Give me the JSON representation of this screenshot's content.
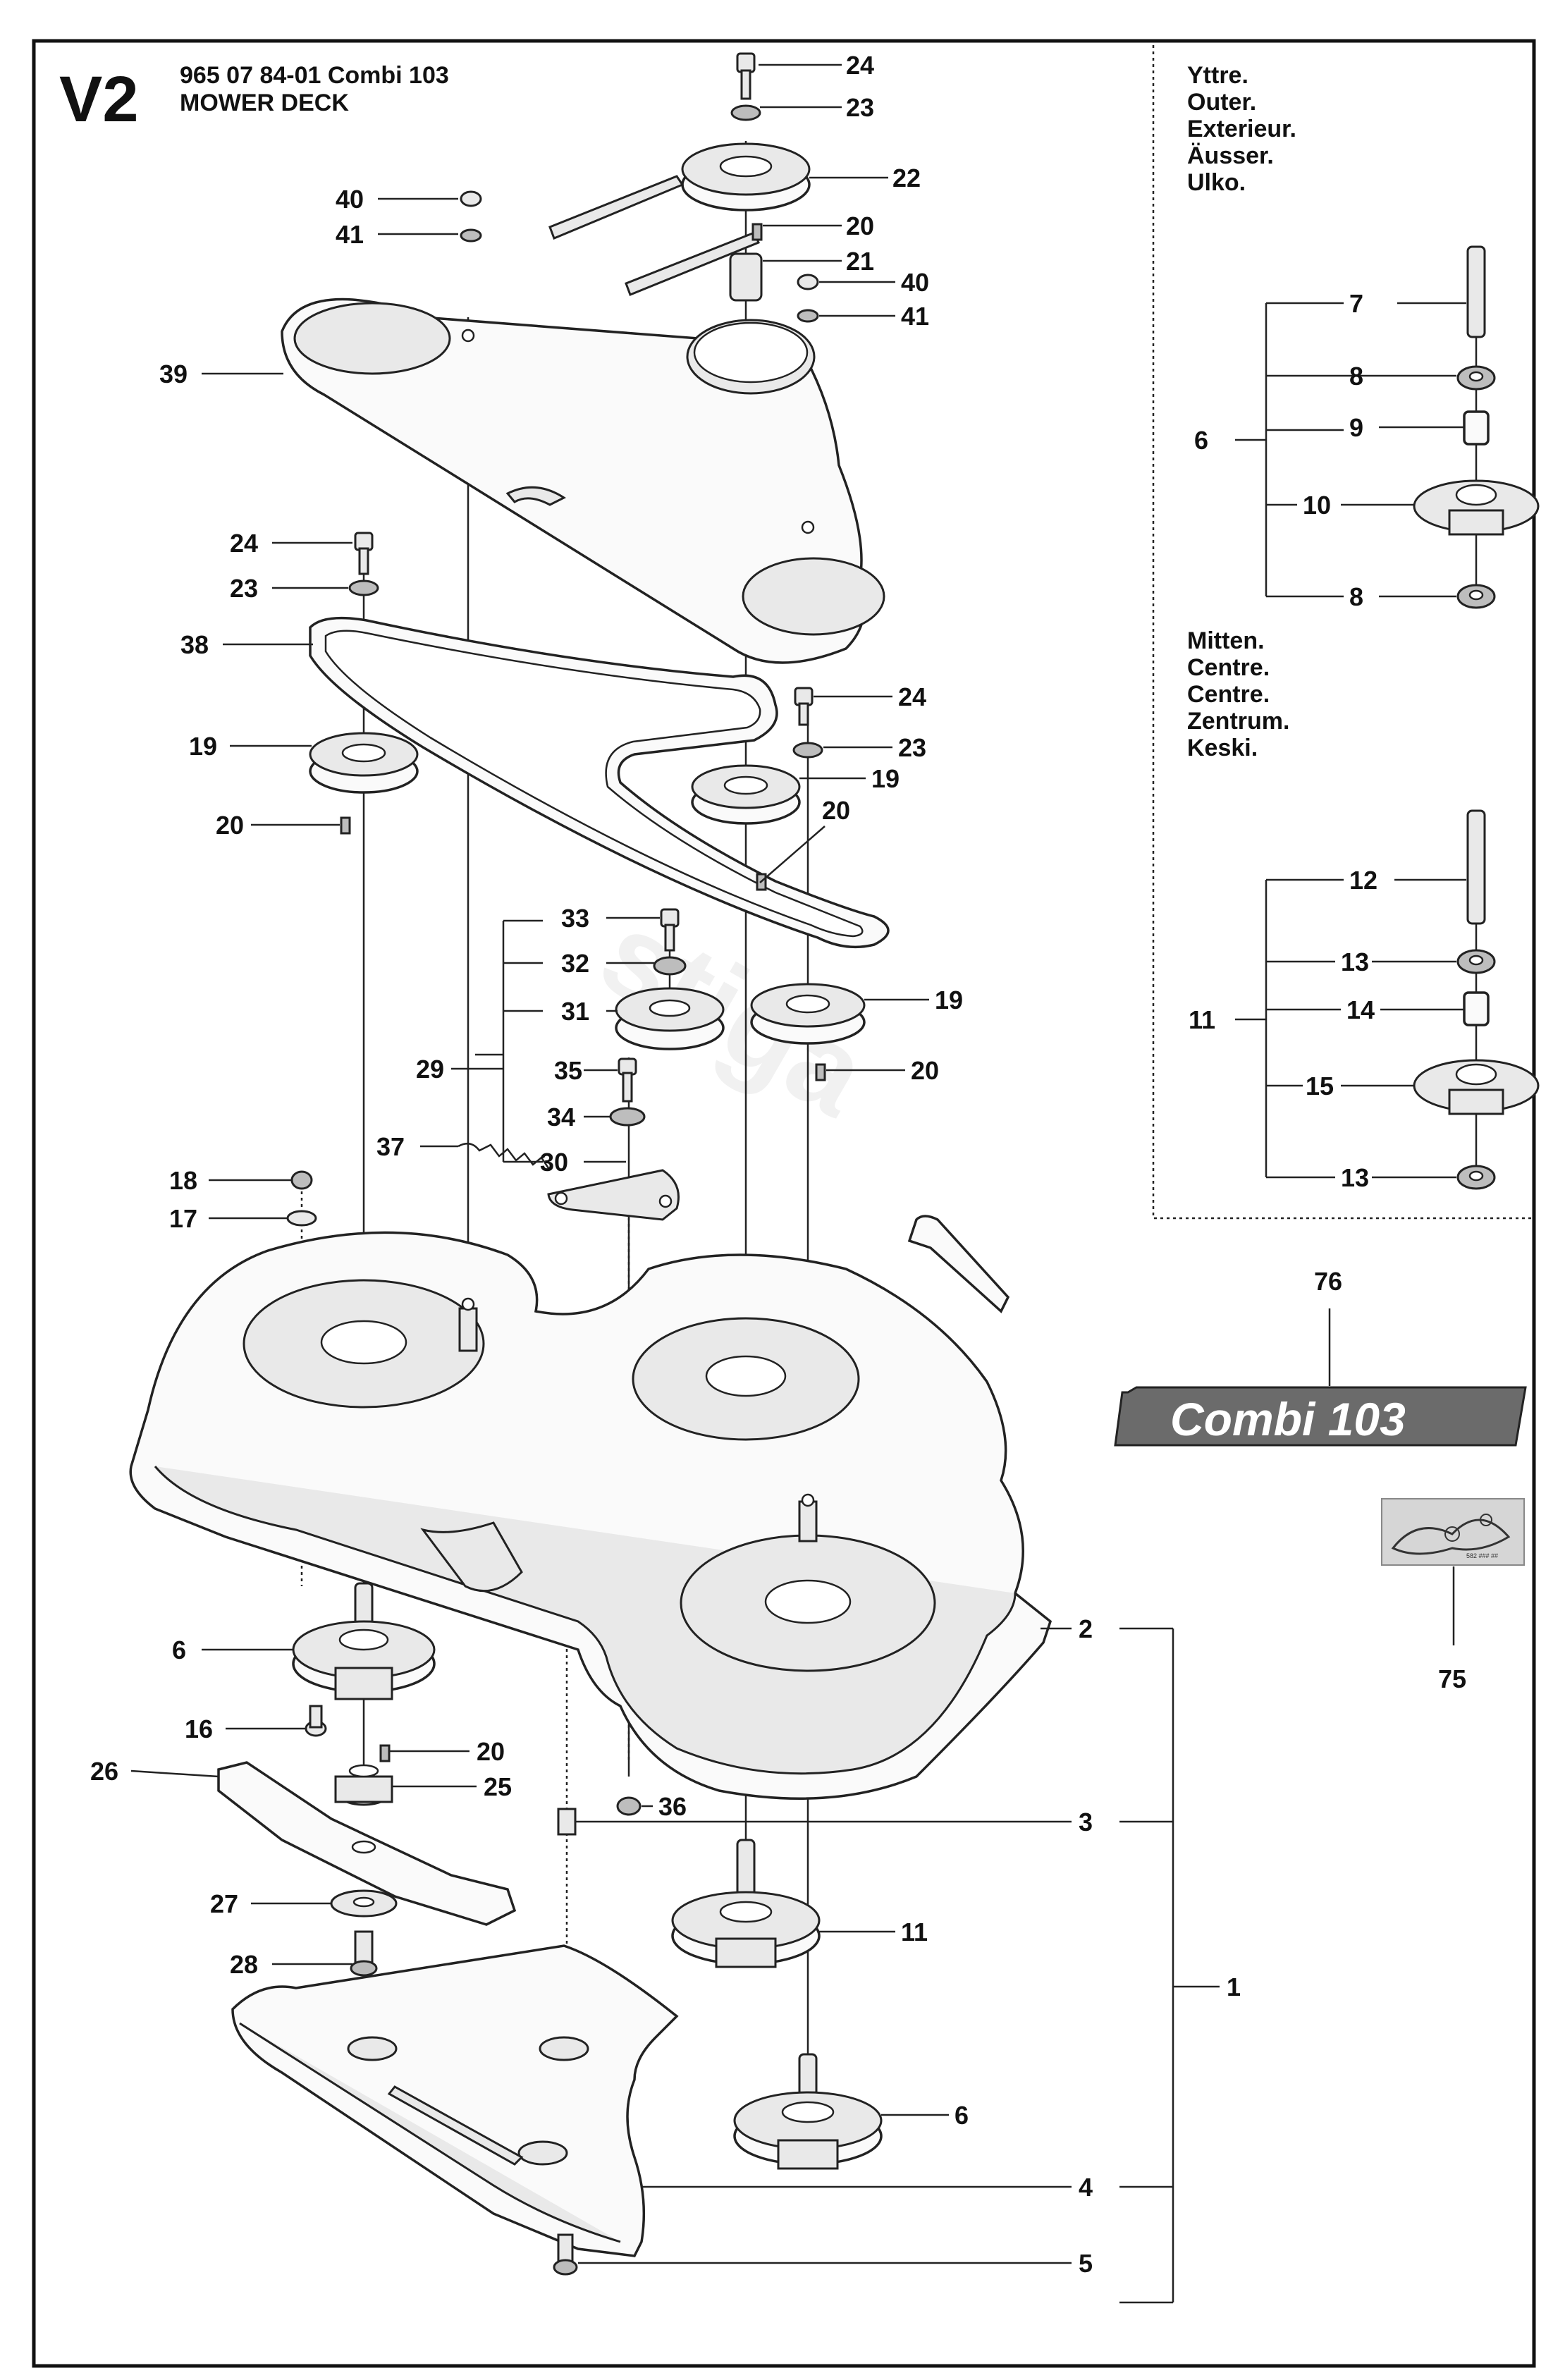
{
  "header": {
    "section_code": "V2",
    "part_number_line": "965 07 84-01 Combi 103",
    "title": "MOWER DECK"
  },
  "inset_outer": {
    "labels": [
      "Yttre.",
      "Outer.",
      "Exterieur.",
      "Äusser.",
      "Ulko."
    ]
  },
  "inset_center": {
    "labels": [
      "Mitten.",
      "Centre.",
      "Centre.",
      "Zentrum.",
      "Keski."
    ]
  },
  "badge": {
    "text": "Combi 103",
    "callout": "76"
  },
  "decal": {
    "callout": "75",
    "small_text": "582 ### ##"
  },
  "watermark": "stiga",
  "callouts": {
    "c1": "1",
    "c2": "2",
    "c3": "3",
    "c4": "4",
    "c5": "5",
    "c6a": "6",
    "c6b": "6",
    "c6c": "6",
    "c7": "7",
    "c8a": "8",
    "c8b": "8",
    "c9": "9",
    "c10": "10",
    "c11a": "11",
    "c11b": "11",
    "c12": "12",
    "c13a": "13",
    "c13b": "13",
    "c14": "14",
    "c15": "15",
    "c16": "16",
    "c17": "17",
    "c18": "18",
    "c19a": "19",
    "c19b": "19",
    "c19c": "19",
    "c20a": "20",
    "c20b": "20",
    "c20c": "20",
    "c20d": "20",
    "c20e": "20",
    "c21": "21",
    "c22": "22",
    "c23a": "23",
    "c23b": "23",
    "c23c": "23",
    "c24a": "24",
    "c24b": "24",
    "c24c": "24",
    "c25": "25",
    "c26": "26",
    "c27": "27",
    "c28": "28",
    "c29": "29",
    "c30": "30",
    "c31": "31",
    "c32": "32",
    "c33": "33",
    "c34": "34",
    "c35": "35",
    "c36": "36",
    "c37": "37",
    "c38": "38",
    "c39": "39",
    "c40a": "40",
    "c40b": "40",
    "c41a": "41",
    "c41b": "41"
  },
  "colors": {
    "badge_fill": "#6b6b6b",
    "line": "#222222"
  }
}
